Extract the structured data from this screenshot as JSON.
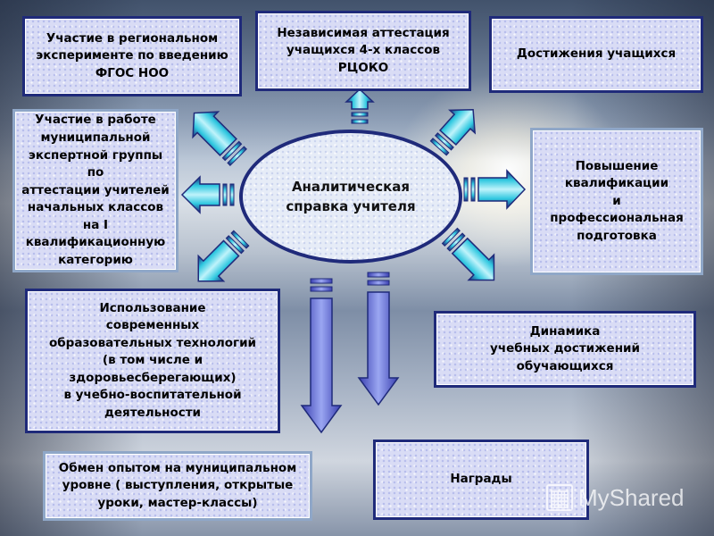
{
  "diagram": {
    "center": "Аналитическая\nсправка учителя",
    "boxes": {
      "regional_experiment": "Участие в региональном\nэксперименте  по введению\nФГОС НОО",
      "independent_attestation": "Независимая  аттестация\nучащихся  4-х  классов\nРЦОКО",
      "achievements": "Достижения   учащихся",
      "expert_group": "Участие в работе\nмуниципальной\nэкспертной группы по\nаттестации  учителей\nначальных  классов\nна I квалификационную\nкатегорию",
      "qualification": "Повышение\nквалификации\nи\nпрофессиональная\nподготовка",
      "technologies": "Использование\nсовременных\nобразовательных  технологий\n(в том числе и\nздоровьесберегающих)\nв  учебно-воспитательной\nдеятельности",
      "dynamics": "Динамика\nучебных достижений\nобучающихся",
      "experience": "Обмен опытом на муниципальном\nуровне ( выступления, открытые\nуроки, мастер-классы)",
      "awards": "Награды"
    },
    "arrow_colors": {
      "fill": "#30c8e0",
      "edge": "#1f2a7a",
      "highlight": "#bff3fb"
    }
  },
  "watermark": {
    "text": "MyShared"
  }
}
